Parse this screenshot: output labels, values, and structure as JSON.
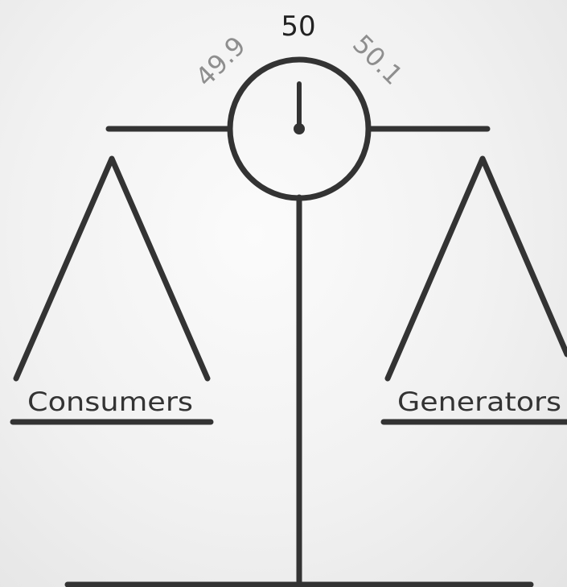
{
  "dial": {
    "center_value": "50",
    "left_value": "49.9",
    "right_value": "50.1",
    "center_color": "#222222",
    "side_color": "#8e8e8e"
  },
  "pans": {
    "left_label": "Consumers",
    "right_label": "Generators"
  },
  "colors": {
    "line": "#333333",
    "background": "#f3f3f3"
  }
}
